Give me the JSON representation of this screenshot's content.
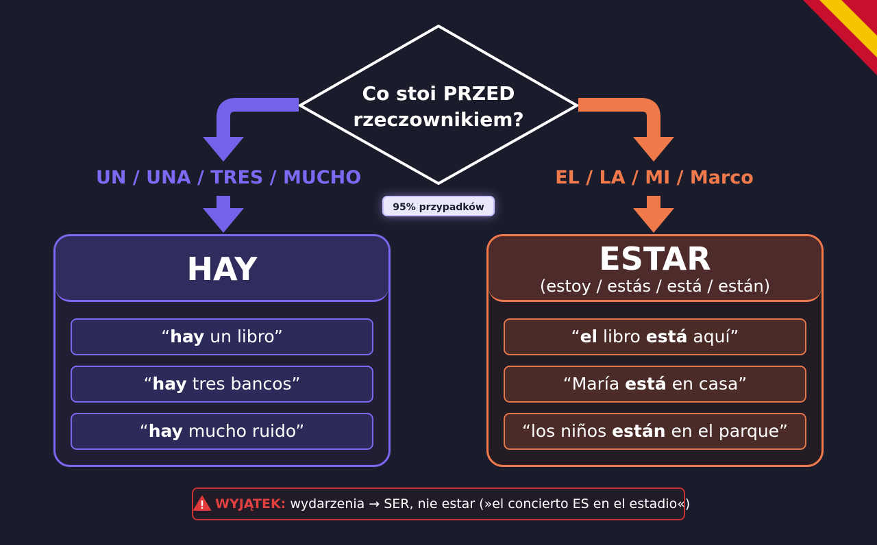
{
  "decision": {
    "question_line1": "Co stoi PRZED",
    "question_line2": "rzeczownikiem?"
  },
  "left_branch": {
    "label": "UN / UNA / TRES / MUCHO",
    "color": "#7d66f0",
    "panel": {
      "title": "HAY",
      "examples": [
        {
          "open": "“",
          "bold": "hay",
          "rest": " un libro”"
        },
        {
          "open": "“",
          "bold": "hay",
          "rest": " tres bancos”"
        },
        {
          "open": "“",
          "bold": "hay",
          "rest": " mucho ruido”"
        }
      ]
    }
  },
  "badge": {
    "text": "95% przypadków"
  },
  "right_branch": {
    "label": "EL / LA / MI / Marco",
    "color": "#f07a4c",
    "panel": {
      "title": "ESTAR",
      "subtitle": "(estoy / estás / está / están)",
      "examples": [
        {
          "pre": "“",
          "bold1": "el",
          "mid": " libro ",
          "bold2": "está",
          "post": " aquí”"
        },
        {
          "pre": "“María ",
          "bold1": "",
          "mid": "",
          "bold2": "está",
          "post": " en casa”"
        },
        {
          "pre": "“los niños ",
          "bold1": "",
          "mid": "",
          "bold2": "están",
          "post": " en el parque”"
        }
      ]
    }
  },
  "exception": {
    "icon": "warning-icon",
    "label": "WYJĄTEK:",
    "text": " wydarzenia → SER, nie estar (»el concierto ES en el estadio«)"
  },
  "flag": {
    "colors": [
      "#c8102e",
      "#f5c400"
    ]
  }
}
